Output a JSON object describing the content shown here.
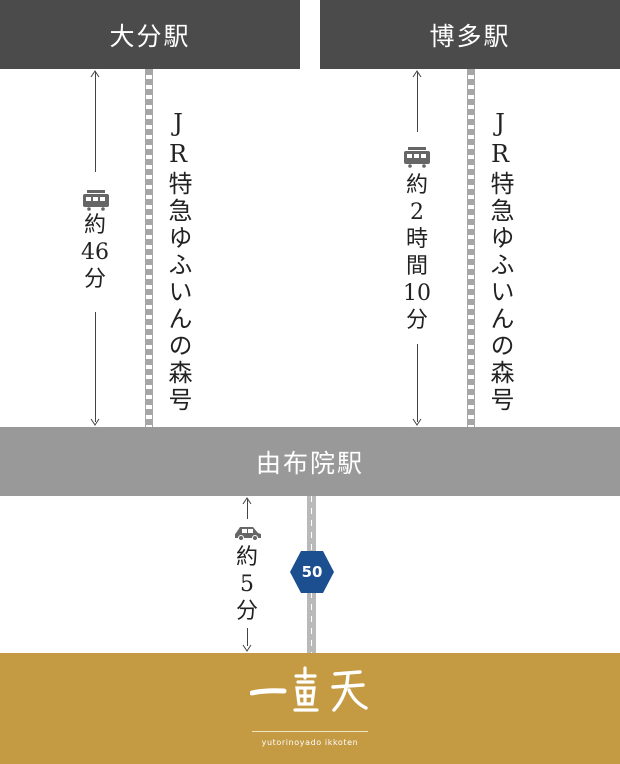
{
  "stations": {
    "oita": "大分駅",
    "hakata": "博多駅",
    "yufuin": "由布院駅"
  },
  "routes": {
    "oita_train": "JR特急ゆふいんの森号",
    "hakata_train": "JR特急ゆふいんの森号",
    "oita_duration": [
      "約",
      "46",
      "分"
    ],
    "hakata_duration": [
      "約",
      "2",
      "時",
      "間",
      "10",
      "分"
    ],
    "car_duration": [
      "約",
      "5",
      "分"
    ],
    "route_number": "50"
  },
  "icons": {
    "train": "train-icon",
    "car": "car-icon",
    "route": "hexagon-route-icon"
  },
  "brand": {
    "logo_text": "一壺天",
    "sub": "yutorinoyado ikkoten"
  },
  "colors": {
    "station_dark": "#4b4b4b",
    "station_light": "#999999",
    "footer": "#c49a42",
    "route_badge": "#1b4f8f"
  }
}
